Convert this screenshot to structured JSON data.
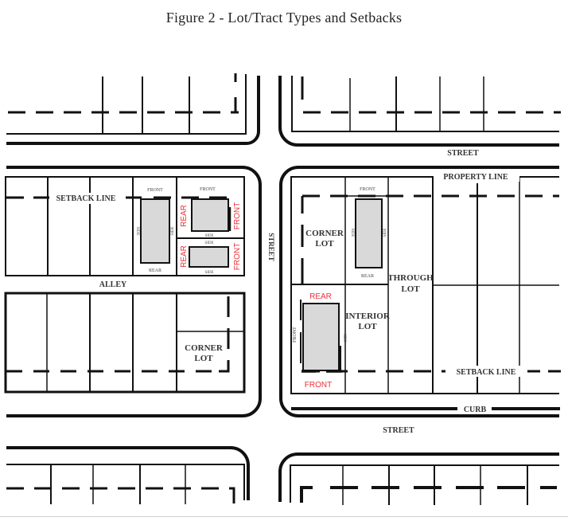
{
  "figure": {
    "title": "Figure 2 - Lot/Tract Types and Setbacks"
  },
  "labels": {
    "street_top": "STREET",
    "street_bottom": "STREET",
    "street_vertical": "STREET",
    "property_line": "PROPERTY LINE",
    "setback_line_left": "SETBACK LINE",
    "setback_line_right": "SETBACK LINE",
    "alley": "ALLEY",
    "curb": "CURB"
  },
  "lots": {
    "corner_lot_left": [
      "CORNER",
      "LOT"
    ],
    "corner_lot_right": [
      "CORNER",
      "LOT"
    ],
    "interior_lot": [
      "INTERIOR",
      "LOT"
    ],
    "through_lot": [
      "THROUGH",
      "LOT"
    ]
  },
  "building_labels": {
    "front": "FRONT",
    "rear": "REAR",
    "side": "SIDE"
  },
  "red_labels": {
    "rear": "REAR",
    "front": "FRONT"
  },
  "colors": {
    "line": "#111111",
    "building_fill": "#d9d9d9",
    "accent_red": "#e8323c"
  }
}
